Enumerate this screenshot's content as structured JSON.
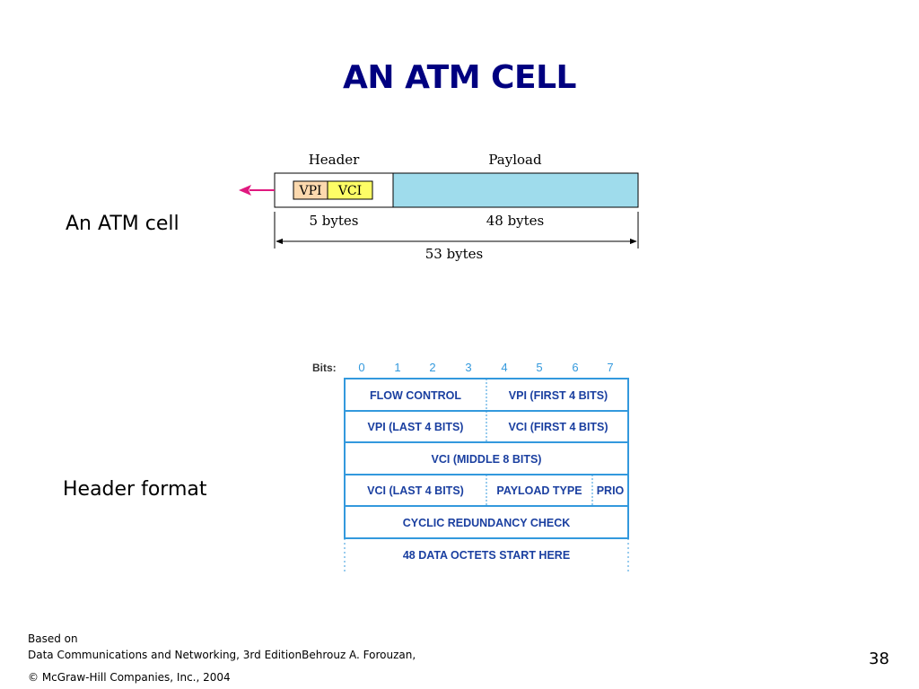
{
  "slide": {
    "title": "AN ATM CELL",
    "page_number": "38"
  },
  "cell_section": {
    "label": "An ATM cell",
    "header_label": "Header",
    "payload_label": "Payload",
    "vpi": "VPI",
    "vci": "VCI",
    "header_size": "5 bytes",
    "payload_size": "48 bytes",
    "total_size": "53 bytes",
    "colors": {
      "payload_fill": "#9fdcec",
      "vpi_fill": "#fcd9ae",
      "vci_fill": "#fdfd66",
      "arrow": "#e0197f"
    }
  },
  "header_section": {
    "label": "Header format",
    "bits_label": "Bits:",
    "bits": [
      "0",
      "1",
      "2",
      "3",
      "4",
      "5",
      "6",
      "7"
    ],
    "fields": {
      "flow_control": "FLOW CONTROL",
      "vpi_first": "VPI (FIRST 4 BITS)",
      "vpi_last": "VPI (LAST 4 BITS)",
      "vci_first": "VCI (FIRST 4 BITS)",
      "vci_middle": "VCI (MIDDLE 8 BITS)",
      "vci_last": "VCI (LAST 4 BITS)",
      "payload_type": "PAYLOAD TYPE",
      "prio": "PRIO",
      "crc": "CYCLIC REDUNDANCY CHECK",
      "data_start": "48 DATA OCTETS START HERE"
    },
    "colors": {
      "border": "#3399dd",
      "text": "#1a3fa0"
    }
  },
  "footer": {
    "line1": "Based on",
    "line2": "Data Communications and Networking, 3rd EditionBehrouz A. Forouzan,",
    "line3": "© McGraw-Hill Companies, Inc., 2004"
  }
}
